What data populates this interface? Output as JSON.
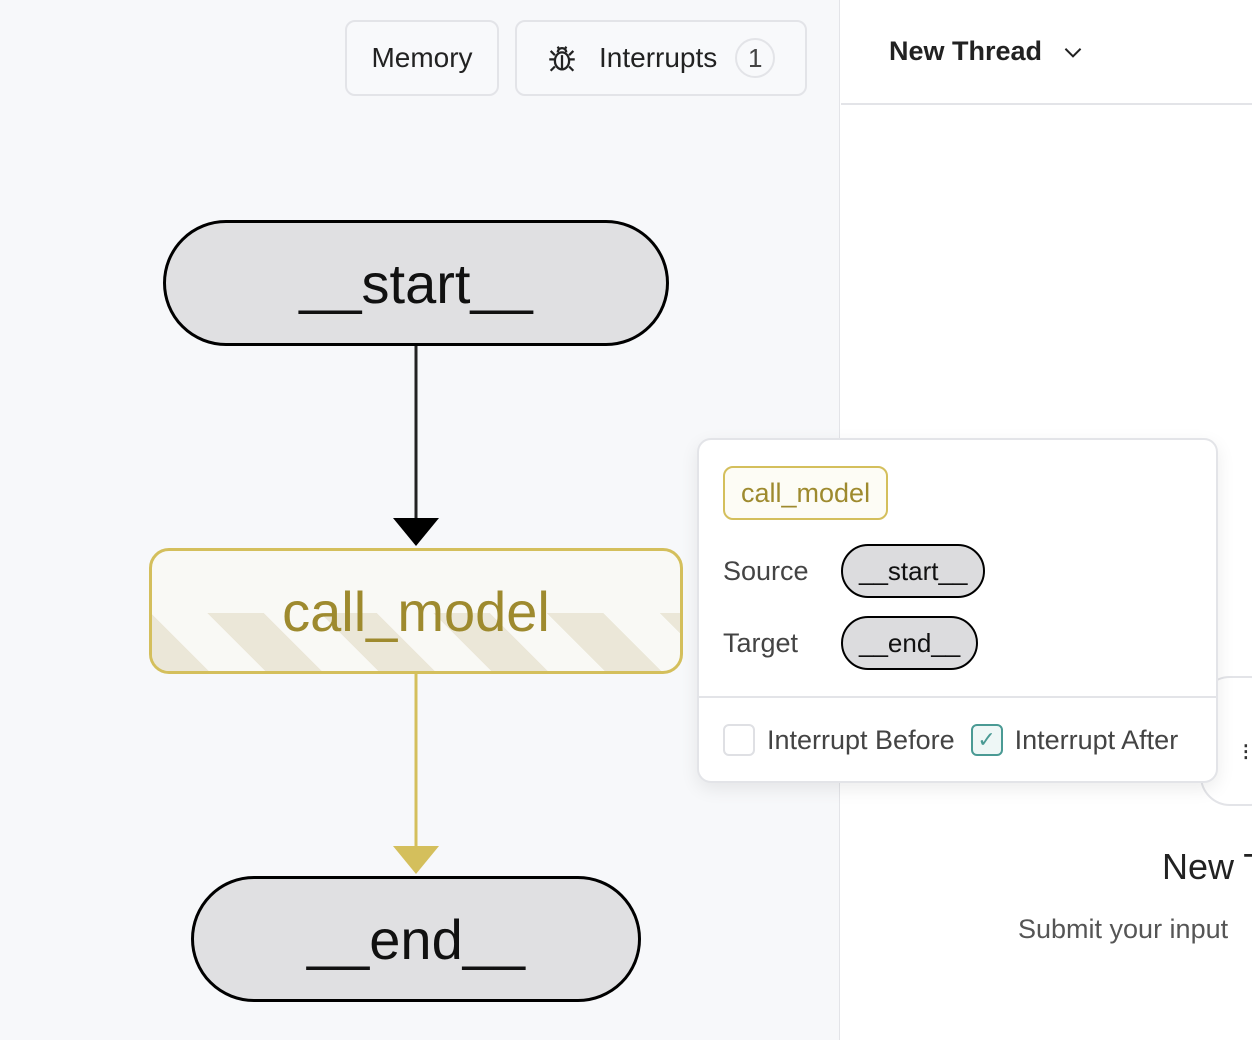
{
  "toolbar": {
    "memory_label": "Memory",
    "interrupts_label": "Interrupts",
    "interrupts_count": "1"
  },
  "graph": {
    "nodes": [
      {
        "id": "__start__"
      },
      {
        "id": "call_model",
        "selected": true
      },
      {
        "id": "__end__"
      }
    ],
    "colors": {
      "node_fill": "#e0e0e2",
      "selected_border": "#d4bf5c",
      "selected_text": "#9e8a2e",
      "edge_default": "#222222",
      "edge_selected": "#d4bf5c"
    }
  },
  "thread": {
    "title": "New Thread",
    "empty_title": "New T",
    "empty_subtitle": "Submit your input"
  },
  "popup": {
    "node": "call_model",
    "source_label": "Source",
    "source": "__start__",
    "target_label": "Target",
    "target": "__end__",
    "interrupt_before_label": "Interrupt Before",
    "interrupt_before": false,
    "interrupt_after_label": "Interrupt After",
    "interrupt_after": true
  }
}
